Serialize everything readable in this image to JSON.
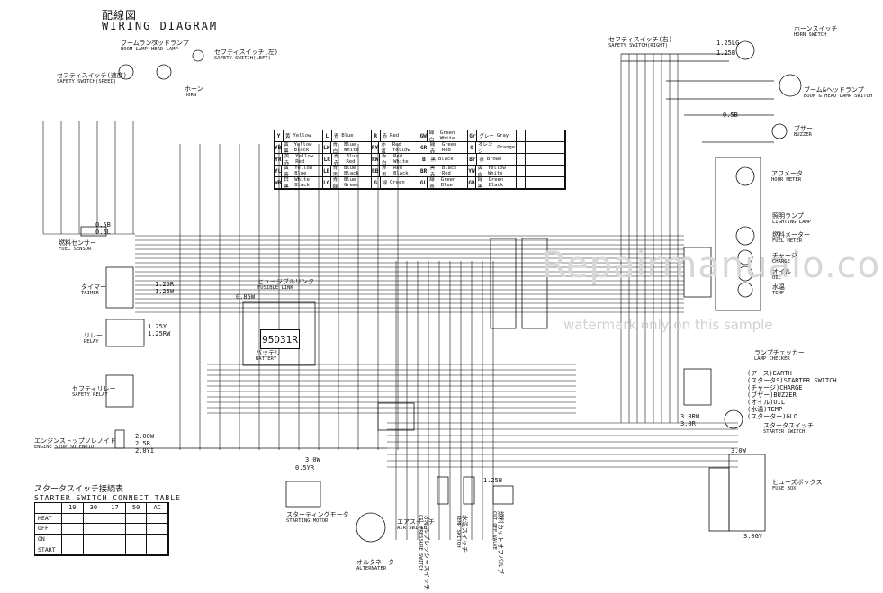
{
  "title": {
    "jp": "配線図",
    "en": "WIRING DIAGRAM"
  },
  "watermark": {
    "line1": "Repairmanualo.com",
    "line2": "watermark only on this sample"
  },
  "components": {
    "boom_lamp": {
      "jp": "ブームランプ",
      "en": "BOOM LAMP"
    },
    "head_lamp": {
      "jp": "ヘッドランプ",
      "en": "HEAD LAMP"
    },
    "safety_switch_speed": {
      "jp": "セフティスイッチ(速度)",
      "en": "SAFETY SWITCH(SPEED)"
    },
    "horn": {
      "jp": "ホーン",
      "en": "HORN"
    },
    "safety_switch_left": {
      "jp": "セフティスイッチ(左)",
      "en": "SAFETY SWITCH(LEFT)"
    },
    "safety_switch_right": {
      "jp": "セフティスイッチ(右)",
      "en": "SAFETY SWITCH(RIGHT)"
    },
    "horn_switch": {
      "jp": "ホーンスイッチ",
      "en": "HORN SWITCH"
    },
    "boom_head_switch": {
      "jp": "ブーム&ヘッドランプ",
      "en": "BOOM & HEAD LAMP SWITCH"
    },
    "buzzer": {
      "jp": "ブザー",
      "en": "BUZZER"
    },
    "hour_meter": {
      "jp": "アワメータ",
      "en": "HOUR METER"
    },
    "lighting_lamp": {
      "jp": "照明ランプ",
      "en": "LIGHTING LAMP"
    },
    "fuel_meter": {
      "jp": "燃料メーター",
      "en": "FUEL METER"
    },
    "charge": {
      "jp": "チャージ",
      "en": "CHARGE"
    },
    "oil": {
      "jp": "オイル",
      "en": "OIL"
    },
    "temp": {
      "jp": "水温",
      "en": "TEMP"
    },
    "lamp_checker": {
      "jp": "ランプチェッカー",
      "en": "LAMP CHECKER"
    },
    "fuel_sensor": {
      "jp": "燃料センサー",
      "en": "FUEL SENSOR"
    },
    "timer": {
      "jp": "タイマー",
      "en": "TAIMER"
    },
    "fusible_link": {
      "jp": "ヒュージブルリンク",
      "en": "FUSIBLE LINK"
    },
    "battery": {
      "jp": "バッテリ",
      "en": "BATTERY",
      "model": "95D31R"
    },
    "relay": {
      "jp": "リレー",
      "en": "RELAY"
    },
    "safety_relay": {
      "jp": "セフティリレー",
      "en": "SAFETY RELAY"
    },
    "stop_solenoid": {
      "jp": "エンジンストップソレノイド",
      "en": "ENGINE STOP SOLENOID"
    },
    "starting_motor": {
      "jp": "スターティングモータ",
      "en": "STARTING MOTOR"
    },
    "air_switch": {
      "jp": "エアスイッチ",
      "en": "AIR SWITCH"
    },
    "alternator": {
      "jp": "オルタネータ",
      "en": "ALTERNATER"
    },
    "oil_pressure_switch": {
      "jp": "オイルプレッシャスイッチ",
      "en": "OIL PRESSURE SWITCH"
    },
    "temp_switch": {
      "jp": "水温スイッチ",
      "en": "TEMP SWITCH"
    },
    "cut_off_valve": {
      "jp": "燃料カットオフバルブ",
      "en": "CUT OFF VALVE"
    },
    "starter_switch": {
      "jp": "スタータスイッチ",
      "en": "STARTER SWITCH"
    },
    "fuse_box": {
      "jp": "ヒューズボックス",
      "en": "FUSE BOX"
    }
  },
  "lamp_checker_items": [
    "(アース)EARTH",
    "(スタータS)STARTER SWITCH",
    "(チャージ)CHARGE",
    "(ブザー)BUZZER",
    "(オイル)OIL",
    "(水温)TEMP",
    "(スターター)GLO"
  ],
  "color_legend": [
    {
      "code": "Y",
      "jp": "黄",
      "en": "Yellow"
    },
    {
      "code": "L",
      "jp": "青",
      "en": "Blue"
    },
    {
      "code": "R",
      "jp": "赤",
      "en": "Red"
    },
    {
      "code": "GW",
      "jp": "緑白",
      "en": "Green White"
    },
    {
      "code": "Gr",
      "jp": "グレー",
      "en": "Gray"
    },
    {
      "code": "",
      "jp": "",
      "en": ""
    },
    {
      "code": "YB",
      "jp": "黄黒",
      "en": "Yellow Black"
    },
    {
      "code": "LW",
      "jp": "青白",
      "en": "Blue White"
    },
    {
      "code": "RY",
      "jp": "赤黄",
      "en": "Red Yellow"
    },
    {
      "code": "GR",
      "jp": "緑赤",
      "en": "Green Red"
    },
    {
      "code": "O",
      "jp": "オレンジ",
      "en": "Orange"
    },
    {
      "code": "",
      "jp": "",
      "en": ""
    },
    {
      "code": "YR",
      "jp": "黄赤",
      "en": "Yellow Red"
    },
    {
      "code": "LR",
      "jp": "青赤",
      "en": "Blue Red"
    },
    {
      "code": "RW",
      "jp": "赤白",
      "en": "Red White"
    },
    {
      "code": "B",
      "jp": "黒",
      "en": "Black"
    },
    {
      "code": "Br",
      "jp": "茶",
      "en": "Brown"
    },
    {
      "code": "",
      "jp": "",
      "en": ""
    },
    {
      "code": "YL",
      "jp": "黄青",
      "en": "Yellow Blue"
    },
    {
      "code": "LB",
      "jp": "青黒",
      "en": "Blue Black"
    },
    {
      "code": "RB",
      "jp": "赤黒",
      "en": "Red Black"
    },
    {
      "code": "BR",
      "jp": "黒赤",
      "en": "Black Red"
    },
    {
      "code": "YW",
      "jp": "黄白",
      "en": "Yellow White"
    },
    {
      "code": "",
      "jp": "",
      "en": ""
    },
    {
      "code": "WB",
      "jp": "白黒",
      "en": "White Black"
    },
    {
      "code": "LG",
      "jp": "青緑",
      "en": "Blue Green"
    },
    {
      "code": "G",
      "jp": "緑",
      "en": "Green"
    },
    {
      "code": "GL",
      "jp": "緑青",
      "en": "Green Blue"
    },
    {
      "code": "GB",
      "jp": "緑黒",
      "en": "Green Black"
    },
    {
      "code": "",
      "jp": "",
      "en": ""
    }
  ],
  "starter_table": {
    "title_jp": "スタータスイッチ接続表",
    "title_en": "STARTER SWITCH CONNECT TABLE",
    "headers": [
      "",
      "19",
      "30",
      "17",
      "50",
      "AC"
    ],
    "rows": [
      "HEAT",
      "OFF",
      "ON",
      "START"
    ]
  },
  "wire_labels": {
    "fuel_sensor_a": "0.5B",
    "fuel_sensor_b": "0.5L",
    "timer_a": "1.25R",
    "timer_b": "1.25W",
    "relay_a": "1.25Y",
    "relay_b": "1.25RW",
    "battery_link": "0.85W",
    "stop_a": "2.00W",
    "stop_b": "2.5B",
    "stop_c": "2.0YI",
    "motor_a": "3.0W",
    "motor_b": "0.5YR",
    "cut_off": "1.25B",
    "sw_a": "3.0RW",
    "sw_b": "3.0R",
    "fuse_top": "3.0W",
    "fuse_bottom": "3.0GY",
    "horn_a": "1.25LG",
    "horn_b": "1.25B",
    "buzzer_a": "0.5B"
  }
}
